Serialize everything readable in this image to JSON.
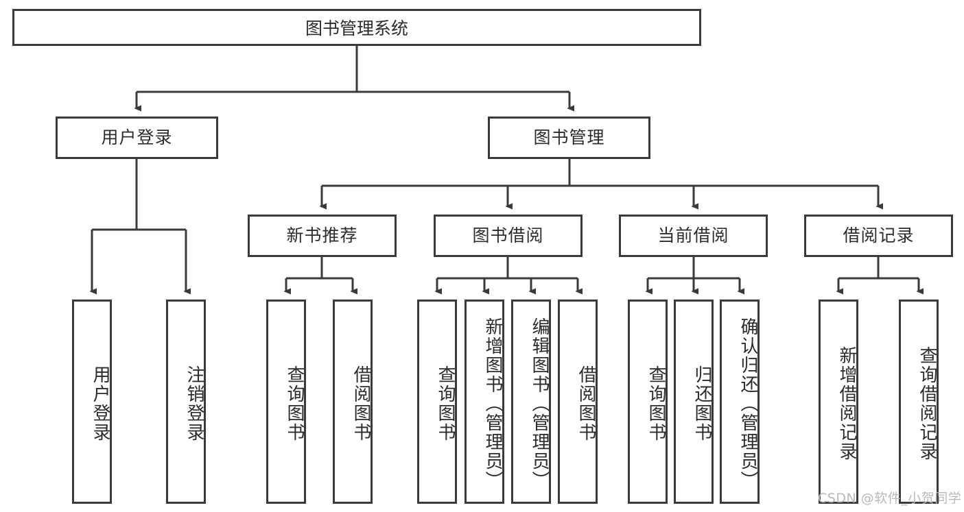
{
  "diagram": {
    "title": "图书管理系统",
    "root": {
      "id": "root",
      "label": "图书管理系统"
    },
    "level2": [
      {
        "id": "user-login",
        "label": "用户登录"
      },
      {
        "id": "book-management",
        "label": "图书管理"
      }
    ],
    "level3": [
      {
        "id": "new-book-recommend",
        "label": "新书推荐"
      },
      {
        "id": "book-borrow",
        "label": "图书借阅"
      },
      {
        "id": "current-borrow",
        "label": "当前借阅"
      },
      {
        "id": "borrow-record",
        "label": "借阅记录"
      }
    ],
    "leaves": {
      "user_login": [
        {
          "id": "leaf-user-login",
          "label": "用户登录"
        },
        {
          "id": "leaf-logout-login",
          "label": "注销登录"
        }
      ],
      "new_book_recommend": [
        {
          "id": "leaf-query-book-1",
          "label": "查询图书"
        },
        {
          "id": "leaf-borrow-book-1",
          "label": "借阅图书"
        }
      ],
      "book_borrow": [
        {
          "id": "leaf-query-book-2",
          "label": "查询图书"
        },
        {
          "id": "leaf-add-book",
          "label": "新增图书（管理员）"
        },
        {
          "id": "leaf-edit-book",
          "label": "编辑图书（管理员）"
        },
        {
          "id": "leaf-borrow-book-2",
          "label": "借阅图书"
        }
      ],
      "current_borrow": [
        {
          "id": "leaf-query-book-3",
          "label": "查询图书"
        },
        {
          "id": "leaf-return-book",
          "label": "归还图书"
        },
        {
          "id": "leaf-confirm-return",
          "label": "确认归还（管理员）"
        }
      ],
      "borrow_record": [
        {
          "id": "leaf-add-borrow-record",
          "label": "新增借阅记录"
        },
        {
          "id": "leaf-query-borrow-record",
          "label": "查询借阅记录"
        }
      ]
    },
    "watermark": "CSDN @软件_小贺同学",
    "colors": {
      "stroke": "#3a3a3a",
      "text": "#2b2b2b",
      "background": "#ffffff",
      "watermark": "#b9b9b9"
    }
  }
}
